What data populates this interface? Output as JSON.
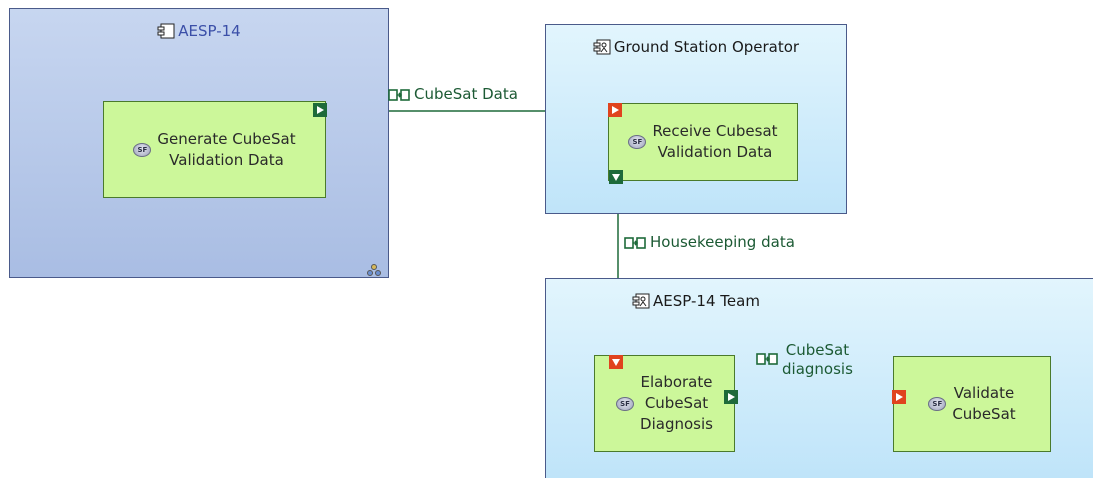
{
  "containers": {
    "aesp14": {
      "title": "AESP-14"
    },
    "ground_station": {
      "title": "Ground Station Operator"
    },
    "team": {
      "title": "AESP-14 Team"
    }
  },
  "functions": {
    "generate": {
      "label": "Generate CubeSat\nValidation Data",
      "badge": "SF"
    },
    "receive": {
      "label": "Receive Cubesat\nValidation Data",
      "badge": "SF"
    },
    "elaborate": {
      "label": "Elaborate\nCubeSat\nDiagnosis",
      "badge": "SF"
    },
    "validate": {
      "label": "Validate\nCubeSat",
      "badge": "SF"
    }
  },
  "exchanges": {
    "cubesat_data": "CubeSat Data",
    "housekeeping": "Housekeeping data",
    "diagnosis": "CubeSat\ndiagnosis"
  },
  "colors": {
    "exchange_line": "#1e6a3a",
    "function_fill": "#ccf79a",
    "out_port": "#1e6a3a",
    "in_port": "#e0431e"
  }
}
